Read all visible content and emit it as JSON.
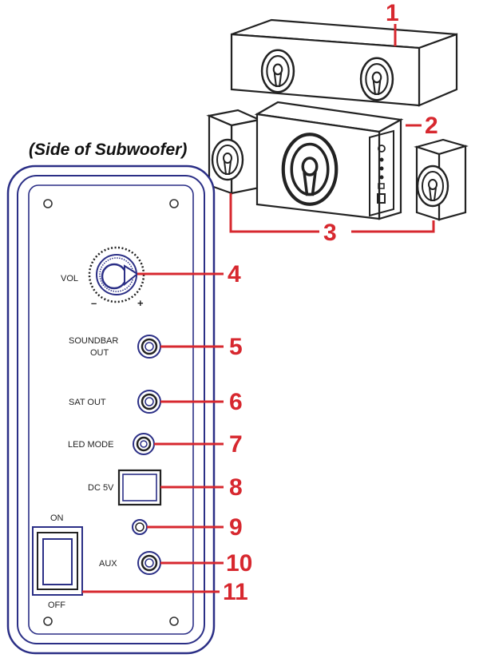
{
  "title": "(Side of Subwoofer)",
  "colors": {
    "callout": "#d7282f",
    "panel_outline": "#2b2f86",
    "speaker_outline": "#222222"
  },
  "callouts": [
    "1",
    "2",
    "3",
    "4",
    "5",
    "6",
    "7",
    "8",
    "9",
    "10",
    "11"
  ],
  "panel": {
    "vol": "VOL",
    "minus": "–",
    "plus": "+",
    "soundbar_line1": "SOUNDBAR",
    "soundbar_line2": "OUT",
    "sat_out": "SAT OUT",
    "led_mode": "LED MODE",
    "dc": "DC 5V",
    "aux": "AUX",
    "on": "ON",
    "off": "OFF"
  }
}
